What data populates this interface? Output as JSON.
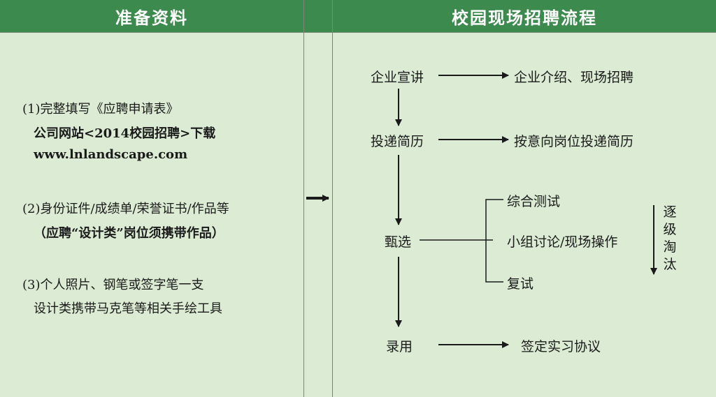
{
  "headers": {
    "left": "准备资料",
    "right": "校园现场招聘流程"
  },
  "materials": {
    "item1_title": "(1)完整填写《应聘申请表》",
    "item1_source": "公司网站<2014校园招聘>下载",
    "item1_url": "www.lnlandscape.com",
    "item2_title": "(2)身份证件/成绩单/荣誉证书/作品等",
    "item2_note": "（应聘“设计类”岗位须携带作品）",
    "item3_title": "(3)个人照片、钢笔或签字笔一支",
    "item3_note": "设计类携带马克笔等相关手绘工具"
  },
  "flow": {
    "step1": "企业宣讲",
    "step1_result": "企业介绍、现场招聘",
    "step2": "投递简历",
    "step2_result": "按意向岗位投递简历",
    "step3": "甄选",
    "step3_sub1": "综合测试",
    "step3_sub2": "小组讨论/现场操作",
    "step3_sub3": "复试",
    "step3_side": "逐级淘汰",
    "step4": "录用",
    "step4_result": "签定实习协议"
  },
  "colors": {
    "header_bg": "#3c8a4e",
    "panel_bg": "#dcecd4",
    "line": "#1a1a1a"
  }
}
